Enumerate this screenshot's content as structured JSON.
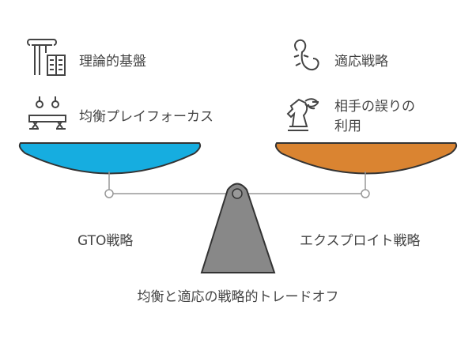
{
  "left": {
    "items": [
      {
        "label": "理論的基盤",
        "icon": "column-book-icon"
      },
      {
        "label": "均衡プレイフォーカス",
        "icon": "gymnastics-rings-icon"
      }
    ],
    "pan_label": "GTO戦略",
    "color": "#16ADE0"
  },
  "right": {
    "items": [
      {
        "label": "適応戦略",
        "icon": "lizard-icon"
      },
      {
        "label_line1": "相手の誤りの",
        "label_line2": "利用",
        "icon": "chess-knight-eye-icon"
      }
    ],
    "pan_label": "エクスプロイト戦略",
    "color": "#DA8431"
  },
  "caption": "均衡と適応の戦略的トレードオフ",
  "fulcrum_color": "#888888"
}
